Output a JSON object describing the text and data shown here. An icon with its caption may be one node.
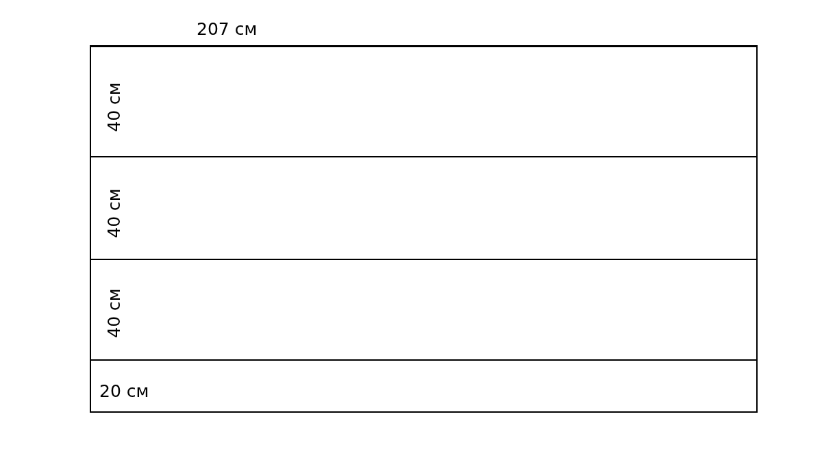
{
  "diagram": {
    "nodes": [
      {
        "text": [
          "40 см"
        ]
      },
      {
        "text": [
          "40 см"
        ]
      },
      {
        "text": [
          "40 см"
        ]
      },
      {
        "text": [
          "20 см"
        ]
      }
    ],
    "labels": [
      "207 см"
    ]
  }
}
